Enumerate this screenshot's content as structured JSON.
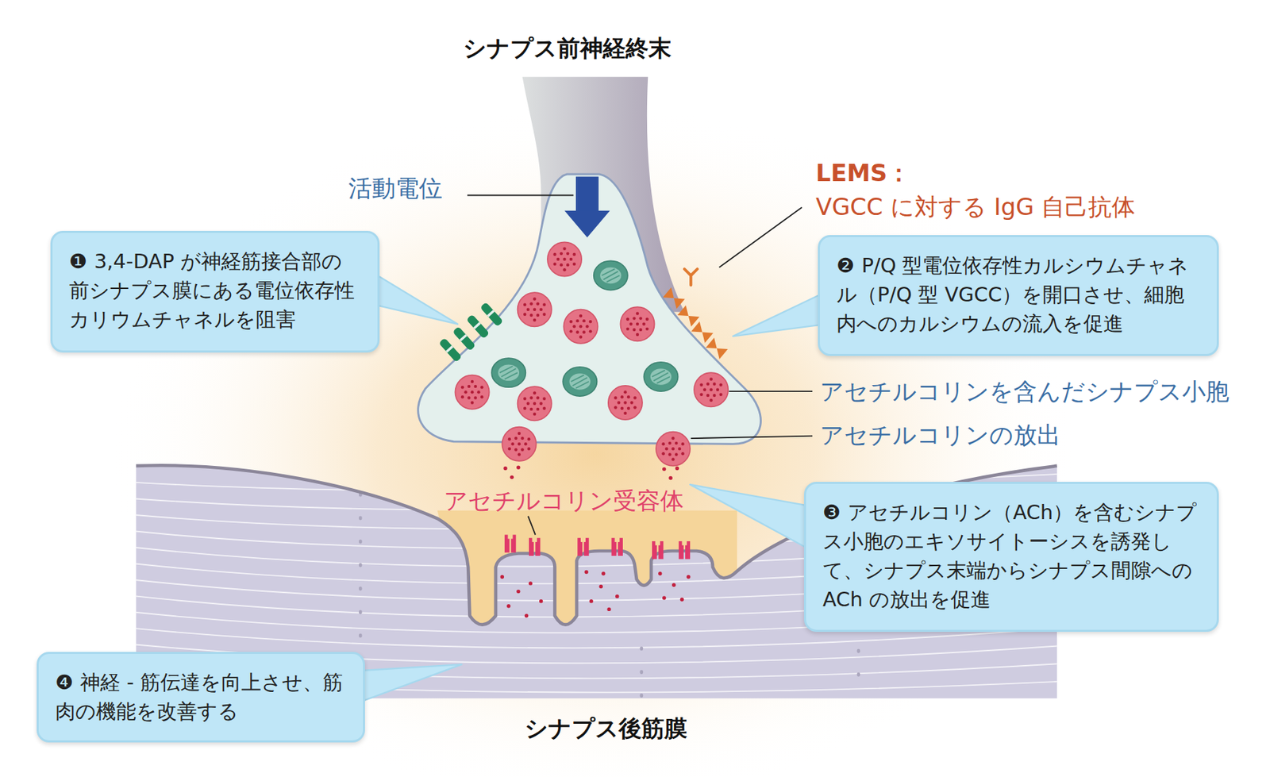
{
  "diagram": {
    "nodes": [
      {
        "text": [
          "❶",
          "3,4-DAP が神経筋接合部の前シナプス膜にある電位依存性カリウムチャネルを阻害"
        ]
      },
      {
        "text": [
          "❷",
          "P/Q 型電位依存性カルシウムチャネル（P/Q 型 VGCC）を開口させ、細胞内へのカルシウムの流入を促進"
        ]
      },
      {
        "text": [
          "❸",
          "アセチルコリン（ACh）を含むシナプス小胞のエキソサイトーシスを誘発して、シナプス末端からシナプス間隙への ACh の放出を促進"
        ]
      },
      {
        "text": [
          "❹",
          "神経 - 筋伝達を向上させ、筋肉の機能を改善する"
        ]
      }
    ],
    "labels": [
      "シナプス前神経終末",
      "活動電位",
      "LEMS：",
      "VGCC に対する IgG 自己抗体",
      "アセチルコリンを含んだシナプス小胞",
      "アセチルコリンの放出",
      "アセチルコリン受容体",
      "シナプス後筋膜"
    ]
  }
}
